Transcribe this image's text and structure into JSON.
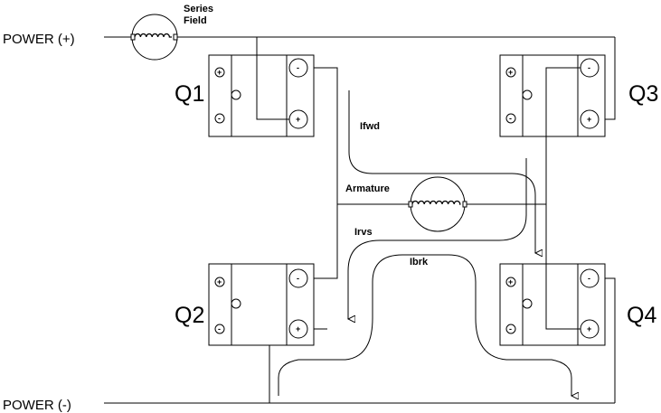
{
  "rails": {
    "positive": "POWER (+)",
    "negative": "POWER (-)"
  },
  "series_field": {
    "line1": "Series",
    "line2": "Field"
  },
  "armature": "Armature",
  "currents": {
    "forward": "Ifwd",
    "reverse": "Irvs",
    "brake": "Ibrk"
  },
  "modules": {
    "q1": "Q1",
    "q2": "Q2",
    "q3": "Q3",
    "q4": "Q4"
  },
  "terminal_signs": {
    "plus": "+",
    "minus": "-"
  }
}
